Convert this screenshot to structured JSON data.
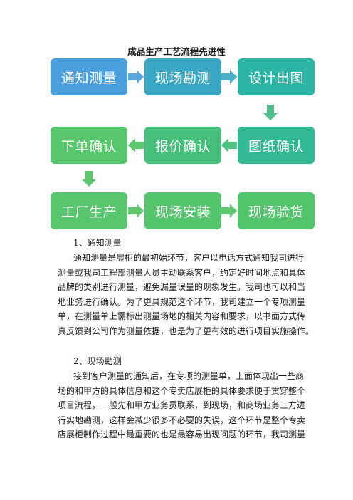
{
  "title": "成品生产工艺流程先进性",
  "flow": {
    "row1": [
      "通知测量",
      "现场勘测",
      "设计出图"
    ],
    "row2": [
      "下单确认",
      "报价确认",
      "图纸确认"
    ],
    "row3": [
      "工厂生产",
      "现场安装",
      "现场验货"
    ],
    "colors": {
      "blue": "#4a9fdc",
      "teal": "#2cb4a5",
      "green": "#57c66c",
      "arrow_blue": "#5aa7dd",
      "arrow_green": "#5ec76f"
    }
  },
  "sections": [
    {
      "heading": "1、通知测量",
      "lines": [
        "通知测量是展柜的最初始环节，客户以电话方式通知我司进行",
        "测量或我司工程部测量人员主动联系客户，约定好时间地点和具体",
        "品牌的类别进行测量，避免漏量误量的现象发生。我司也可以和当",
        "地业务进行确认。为了更具规范这个环节，我司建立一个专项测量",
        "单，在测量单上需标出测量场地的相关内容和要求，以书面方式传",
        "真反馈到公司作为测量依据，也是为了更有效的进行项目实施操作。"
      ]
    },
    {
      "heading": "2、现场勘测",
      "lines": [
        "接到客户测量的通知后，在专项的测量单，上面体现出一些商",
        "场的和甲方的具体信息和这个专卖店展柜的具体要求便于贯穿整个",
        "项目流程，一般先和甲方业务员联系，到现场，和商场业务三方进",
        "行实地勘测，这样会减少很多不必要的失误，这个环节是整个专卖",
        "店展柜制作过程中最重要的也是最容易出现问题的环节，我司测量"
      ]
    }
  ]
}
